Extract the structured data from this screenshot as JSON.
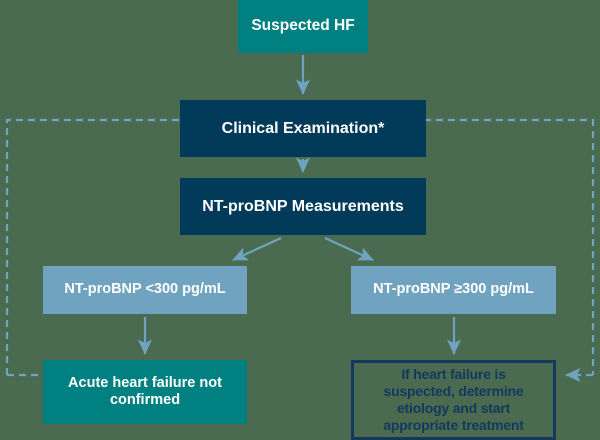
{
  "diagram": {
    "title": "Suspected heart failure NT-proBNP diagnostic algorithm",
    "background_color": "#4a6b4f",
    "colors": {
      "teal": "#008080",
      "navy": "#023a5a",
      "steel_blue": "#6fa3c0",
      "arrow_blue": "#6fa3c0",
      "outline_navy": "#13395e",
      "text_light": "#ffffff"
    },
    "nodes": [
      {
        "id": "suspected-hf",
        "label": "Suspected HF",
        "style": "teal"
      },
      {
        "id": "clinical-examination",
        "label": "Clinical Examination*",
        "style": "navy"
      },
      {
        "id": "ntprobnp-measurements",
        "label": "NT-proBNP Measurements",
        "style": "navy"
      },
      {
        "id": "ntprobnp-low",
        "label": "NT-proBNP <300 pg/mL",
        "style": "steel"
      },
      {
        "id": "ntprobnp-high",
        "label": "NT-proBNP ≥300 pg/mL",
        "style": "steel"
      },
      {
        "id": "acute-hf-not-confirmed",
        "label_line1": "Acute heart failure",
        "label_line2": "not confirmed",
        "style": "teal"
      },
      {
        "id": "etiology-treatment",
        "label_line1": "If heart failure is",
        "label_line2": "suspected, determine",
        "label_line3": "etiology and start",
        "label_line4": "appropriate treatment",
        "style": "outline"
      }
    ],
    "edges": [
      {
        "from": "suspected-hf",
        "to": "clinical-examination",
        "type": "solid-arrow"
      },
      {
        "from": "clinical-examination",
        "to": "ntprobnp-measurements",
        "type": "solid-arrow"
      },
      {
        "from": "ntprobnp-measurements",
        "to": "ntprobnp-low",
        "type": "solid-arrow-diagonal"
      },
      {
        "from": "ntprobnp-measurements",
        "to": "ntprobnp-high",
        "type": "solid-arrow-diagonal"
      },
      {
        "from": "ntprobnp-low",
        "to": "acute-hf-not-confirmed",
        "type": "solid-arrow"
      },
      {
        "from": "ntprobnp-high",
        "to": "etiology-treatment",
        "type": "solid-arrow"
      },
      {
        "from": "dashed-boundary",
        "to": "acute-hf-not-confirmed",
        "type": "dashed-arrow"
      },
      {
        "from": "dashed-boundary",
        "to": "etiology-treatment",
        "type": "dashed-arrow"
      }
    ],
    "dashed_boundary": {
      "present": true,
      "description": "dashed rectangle enclosing the diagnostic pathway"
    },
    "footnote_marker": "*"
  }
}
